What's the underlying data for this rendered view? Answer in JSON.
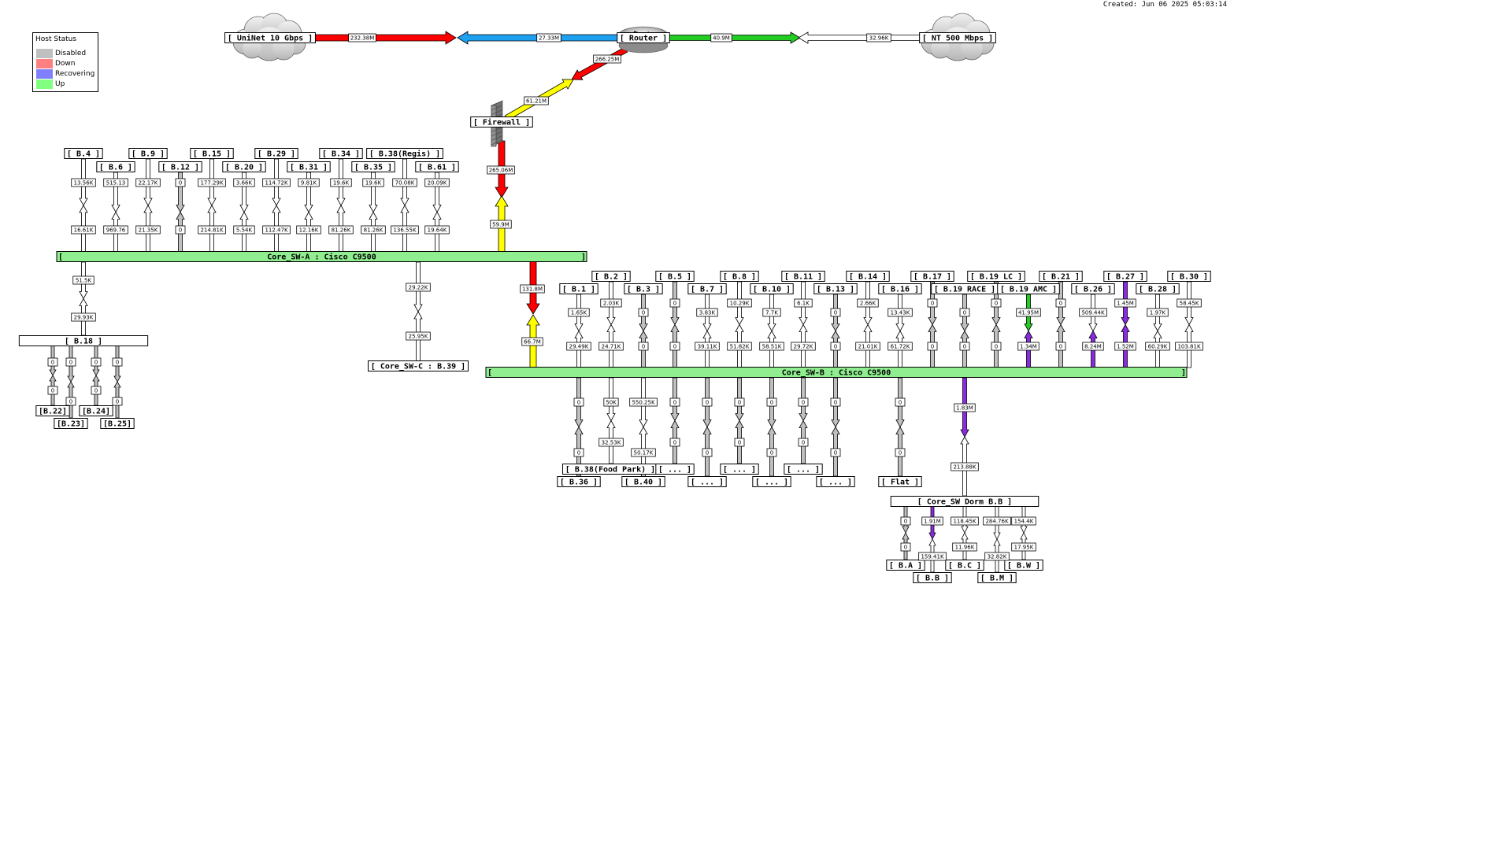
{
  "created": "Created: Jun 06 2025 05:03:14",
  "legend": {
    "title": "Host Status",
    "items": [
      {
        "label": "Disabled",
        "color": "#c0c0c0"
      },
      {
        "label": "Down",
        "color": "#ff8080"
      },
      {
        "label": "Recovering",
        "color": "#8080ff"
      },
      {
        "label": "Up",
        "color": "#80ff80"
      }
    ]
  },
  "colors": {
    "up": "#90ee90",
    "red": "#ff0000",
    "blue": "#1ea0f0",
    "green": "#22cc22",
    "yellow": "#ffff00",
    "gray": "#c0c0c0",
    "purple": "#8a2be2",
    "white": "#ffffff"
  },
  "top": {
    "nodes": {
      "uninet": "[ UniNet 10 Gbps ]",
      "router": "[ Router ]",
      "nt": "[ NT 500 Mbps ]",
      "firewall": "[ Firewall ]"
    },
    "links": {
      "uninet_out": "232.38M",
      "uninet_in": "27.33M",
      "nt_in": "40.9M",
      "nt_out": "32.96K",
      "router_fw_down": "266.25M",
      "router_fw_up": "61.21M",
      "fw_a_down": "265.06M",
      "fw_a_up": "59.9M",
      "a_b_down": "131.8M",
      "a_b_up": "66.7M"
    }
  },
  "core_a": {
    "label": "Core_SW-A : Cisco C9500",
    "bracket_l": "[",
    "bracket_r": "]",
    "branches": [
      {
        "name": "[ B.4 ]",
        "down": "13.56K",
        "up": "16.61K",
        "style": "white"
      },
      {
        "name": "[ B.6 ]",
        "down": "515.13",
        "up": "969.76",
        "style": "white"
      },
      {
        "name": "[ B.9 ]",
        "down": "22.17K",
        "up": "21.35K",
        "style": "white"
      },
      {
        "name": "[ B.12 ]",
        "down": "0",
        "up": "0",
        "style": "gray"
      },
      {
        "name": "[ B.15 ]",
        "down": "177.29K",
        "up": "214.81K",
        "style": "white"
      },
      {
        "name": "[ B.20 ]",
        "down": "3.66K",
        "up": "5.54K",
        "style": "white"
      },
      {
        "name": "[ B.29 ]",
        "down": "114.72K",
        "up": "112.47K",
        "style": "white"
      },
      {
        "name": "[ B.31 ]",
        "down": "9.81K",
        "up": "12.16K",
        "style": "white"
      },
      {
        "name": "[ B.34 ]",
        "down": "19.6K",
        "up": "81.26K",
        "style": "white"
      },
      {
        "name": "[ B.35 ]",
        "down": "19.6K",
        "up": "81.26K",
        "style": "white"
      },
      {
        "name": "[ B.38(Regis) ]",
        "down": "70.08K",
        "up": "136.55K",
        "style": "white"
      },
      {
        "name": "[ B.61 ]",
        "down": "20.09K",
        "up": "19.64K",
        "style": "white"
      }
    ],
    "b18": {
      "name": "[          B.18          ]",
      "down": "51.5K",
      "up": "29.93K",
      "leaves": [
        {
          "name": "[B.22]",
          "v1": "0",
          "v2": "0"
        },
        {
          "name": "[B.23]",
          "v1": "0",
          "v2": "0"
        },
        {
          "name": "[B.24]",
          "v1": "0",
          "v2": "0"
        },
        {
          "name": "[B.25]",
          "v1": "0",
          "v2": "0"
        }
      ]
    },
    "core_c": {
      "name": "[ Core_SW-C : B.39 ]",
      "down": "29.22K",
      "up": "25.95K"
    }
  },
  "core_b": {
    "label": "Core_SW-B : Cisco C9500",
    "bracket_l": "[",
    "bracket_r": "]",
    "upper": [
      {
        "name": "[ B.1 ]",
        "down": "1.65K",
        "up": "29.49K",
        "style": "white"
      },
      {
        "name": "[ B.2 ]",
        "down": "2.03K",
        "up": "24.71K",
        "style": "white"
      },
      {
        "name": "[ B.3 ]",
        "down": "0",
        "up": "0",
        "style": "gray"
      },
      {
        "name": "[ B.5 ]",
        "down": "0",
        "up": "0",
        "style": "gray"
      },
      {
        "name": "[ B.7 ]",
        "down": "3.83K",
        "up": "39.11K",
        "style": "white"
      },
      {
        "name": "[ B.8 ]",
        "down": "10.29K",
        "up": "51.82K",
        "style": "white"
      },
      {
        "name": "[ B.10 ]",
        "down": "7.7K",
        "up": "58.51K",
        "style": "white"
      },
      {
        "name": "[ B.11 ]",
        "down": "6.1K",
        "up": "29.72K",
        "style": "white"
      },
      {
        "name": "[ B.13 ]",
        "down": "0",
        "up": "0",
        "style": "gray"
      },
      {
        "name": "[ B.14 ]",
        "down": "2.66K",
        "up": "21.01K",
        "style": "white"
      },
      {
        "name": "[ B.16 ]",
        "down": "13.43K",
        "up": "61.72K",
        "style": "white"
      },
      {
        "name": "[ B.17 ]",
        "down": "0",
        "up": "0",
        "style": "gray"
      },
      {
        "name": "[ B.19 RACE ]",
        "down": "0",
        "up": "0",
        "style": "gray"
      },
      {
        "name": "[ B.19 LC ]",
        "down": "0",
        "up": "0",
        "style": "gray"
      },
      {
        "name": "[ B.19 AMC ]",
        "down": "41.95M",
        "up": "1.34M",
        "style": "greenpurple"
      },
      {
        "name": "[ B.21 ]",
        "down": "0",
        "up": "0",
        "style": "gray"
      },
      {
        "name": "[ B.26 ]",
        "down": "509.44K",
        "up": "8.24M",
        "style": "whitepurple"
      },
      {
        "name": "[ B.27 ]",
        "down": "1.45M",
        "up": "1.52M",
        "style": "purple"
      },
      {
        "name": "[ B.28 ]",
        "down": "1.97K",
        "up": "60.29K",
        "style": "white"
      },
      {
        "name": "[ B.30 ]",
        "down": "58.45K",
        "up": "103.81K",
        "style": "white"
      }
    ],
    "lower": [
      {
        "name": "[ B.36 ]",
        "down": "0",
        "up": "0",
        "style": "gray"
      },
      {
        "name": "[ B.38(Food Park) ]",
        "down": "50K",
        "up": "32.53K",
        "style": "white"
      },
      {
        "name": "[ B.40 ]",
        "down": "550.25K",
        "up": "50.17K",
        "style": "white"
      },
      {
        "name": "[ ... ]",
        "down": "0",
        "up": "0",
        "style": "gray"
      },
      {
        "name": "[ ... ]",
        "down": "0",
        "up": "0",
        "style": "gray"
      },
      {
        "name": "[ ... ]",
        "down": "0",
        "up": "0",
        "style": "gray"
      },
      {
        "name": "[ ... ]",
        "down": "0",
        "up": "0",
        "style": "gray"
      },
      {
        "name": "[ ... ]",
        "down": "0",
        "up": "0",
        "style": "gray"
      },
      {
        "name": "[ ... ]",
        "down": "0",
        "up": "0",
        "style": "gray"
      },
      {
        "name": "[ Flat ]",
        "down": "0",
        "up": "0",
        "style": "gray"
      }
    ],
    "dorm": {
      "name": "[      Core_SW Dorm B.B      ]",
      "down": "1.83M",
      "up": "213.88K",
      "leaves": [
        {
          "name": "[ B.A ]",
          "v1": "0",
          "v2": "0",
          "style": "gray"
        },
        {
          "name": "[ B.B ]",
          "v1": "1.91M",
          "v2": "159.41K",
          "style": "purplewhite"
        },
        {
          "name": "[ B.C ]",
          "v1": "118.45K",
          "v2": "11.96K",
          "style": "white"
        },
        {
          "name": "[ B.M ]",
          "v1": "284.76K",
          "v2": "32.82K",
          "style": "white"
        },
        {
          "name": "[ B.W ]",
          "v1": "154.4K",
          "v2": "17.95K",
          "style": "white"
        }
      ]
    }
  }
}
